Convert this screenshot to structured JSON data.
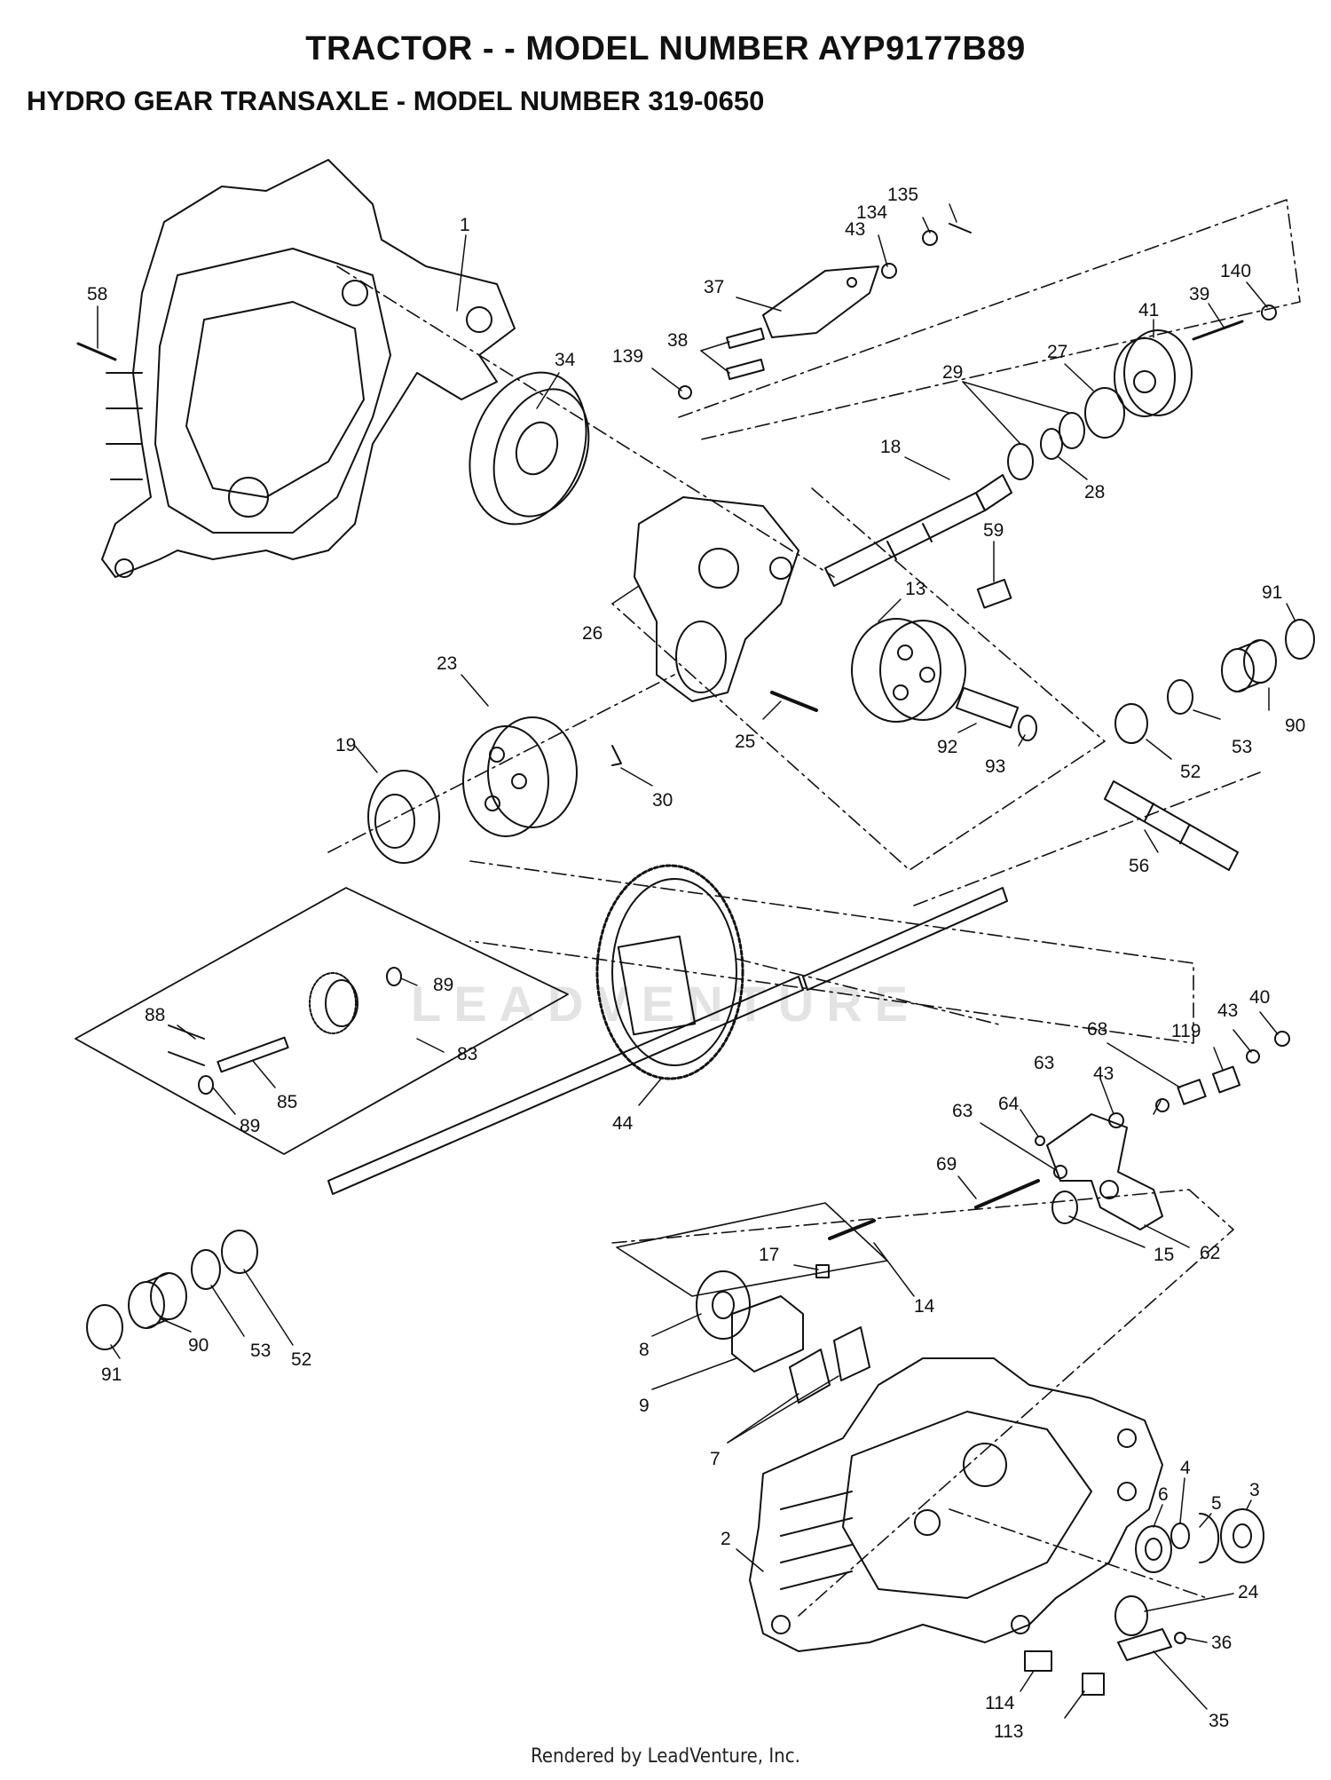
{
  "title": "TRACTOR - - MODEL NUMBER AYP9177B89",
  "subtitle": "HYDRO GEAR TRANSAXLE - MODEL NUMBER 319-0650",
  "footer": "Rendered by LeadVenture, Inc.",
  "watermark": "LEADVENTURE",
  "callouts": [
    {
      "id": "c1",
      "text": "1"
    },
    {
      "id": "c58",
      "text": "58"
    },
    {
      "id": "c34",
      "text": "34"
    },
    {
      "id": "c135",
      "text": "135"
    },
    {
      "id": "c134",
      "text": "134"
    },
    {
      "id": "c43a",
      "text": "43"
    },
    {
      "id": "c37",
      "text": "37"
    },
    {
      "id": "c38",
      "text": "38"
    },
    {
      "id": "c139",
      "text": "139"
    },
    {
      "id": "c140",
      "text": "140"
    },
    {
      "id": "c39",
      "text": "39"
    },
    {
      "id": "c41",
      "text": "41"
    },
    {
      "id": "c27",
      "text": "27"
    },
    {
      "id": "c29",
      "text": "29"
    },
    {
      "id": "c28",
      "text": "28"
    },
    {
      "id": "c18",
      "text": "18"
    },
    {
      "id": "c59",
      "text": "59"
    },
    {
      "id": "c26",
      "text": "26"
    },
    {
      "id": "c13",
      "text": "13"
    },
    {
      "id": "c91a",
      "text": "91"
    },
    {
      "id": "c23",
      "text": "23"
    },
    {
      "id": "c19",
      "text": "19"
    },
    {
      "id": "c25",
      "text": "25"
    },
    {
      "id": "c30",
      "text": "30"
    },
    {
      "id": "c92",
      "text": "92"
    },
    {
      "id": "c93",
      "text": "93"
    },
    {
      "id": "c52a",
      "text": "52"
    },
    {
      "id": "c53a",
      "text": "53"
    },
    {
      "id": "c90a",
      "text": "90"
    },
    {
      "id": "c56",
      "text": "56"
    },
    {
      "id": "c89a",
      "text": "89"
    },
    {
      "id": "c88",
      "text": "88"
    },
    {
      "id": "c83",
      "text": "83"
    },
    {
      "id": "c85",
      "text": "85"
    },
    {
      "id": "c89b",
      "text": "89"
    },
    {
      "id": "c44",
      "text": "44"
    },
    {
      "id": "c43b",
      "text": "43"
    },
    {
      "id": "c40",
      "text": "40"
    },
    {
      "id": "c68",
      "text": "68"
    },
    {
      "id": "c119",
      "text": "119"
    },
    {
      "id": "c63a",
      "text": "63"
    },
    {
      "id": "c43c",
      "text": "43"
    },
    {
      "id": "c63b",
      "text": "63"
    },
    {
      "id": "c64",
      "text": "64"
    },
    {
      "id": "c69",
      "text": "69"
    },
    {
      "id": "c15",
      "text": "15"
    },
    {
      "id": "c62",
      "text": "62"
    },
    {
      "id": "c17",
      "text": "17"
    },
    {
      "id": "c14",
      "text": "14"
    },
    {
      "id": "c8",
      "text": "8"
    },
    {
      "id": "c9",
      "text": "9"
    },
    {
      "id": "c7",
      "text": "7"
    },
    {
      "id": "c91b",
      "text": "91"
    },
    {
      "id": "c90b",
      "text": "90"
    },
    {
      "id": "c53b",
      "text": "53"
    },
    {
      "id": "c52b",
      "text": "52"
    },
    {
      "id": "c6",
      "text": "6"
    },
    {
      "id": "c4",
      "text": "4"
    },
    {
      "id": "c5",
      "text": "5"
    },
    {
      "id": "c3",
      "text": "3"
    },
    {
      "id": "c2",
      "text": "2"
    },
    {
      "id": "c24",
      "text": "24"
    },
    {
      "id": "c36",
      "text": "36"
    },
    {
      "id": "c35",
      "text": "35"
    },
    {
      "id": "c114",
      "text": "114"
    },
    {
      "id": "c113",
      "text": "113"
    }
  ]
}
